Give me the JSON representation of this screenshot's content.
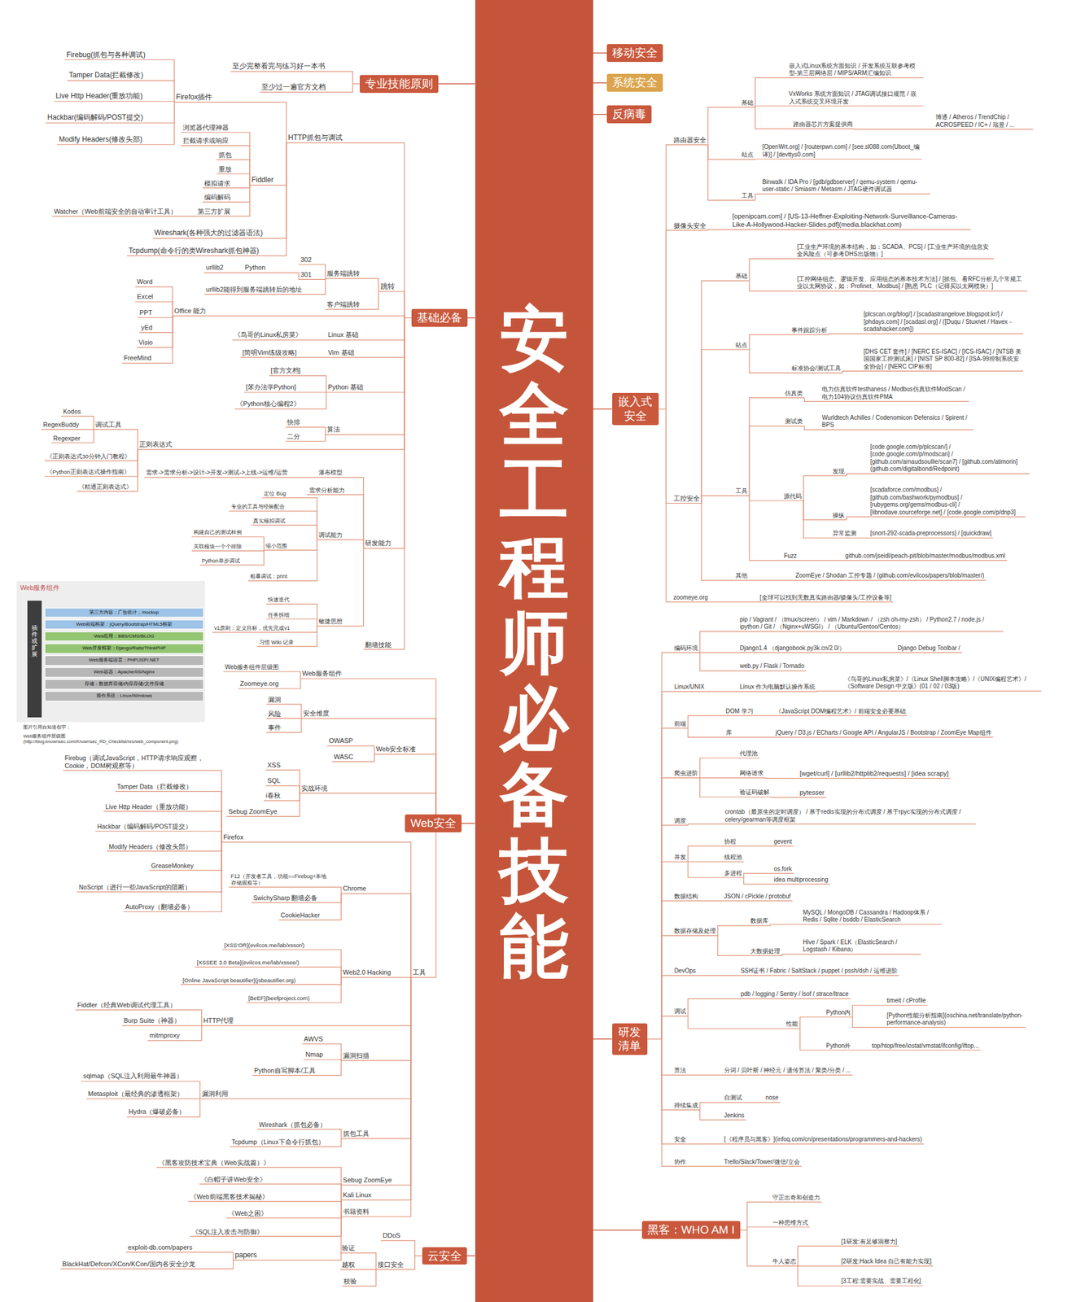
{
  "diagram": {
    "nodes": [
      {
        "text": [
          "安全工程师必备技能"
        ]
      },
      {
        "text": [
          "专业技能原则"
        ]
      },
      {
        "text": [
          "基础必备"
        ]
      },
      {
        "text": [
          "Web安全"
        ]
      },
      {
        "text": [
          "云安全"
        ]
      },
      {
        "text": [
          "移动安全"
        ]
      },
      {
        "text": [
          "系统安全"
        ]
      },
      {
        "text": [
          "反病毒"
        ]
      },
      {
        "text": [
          "嵌入式 安全"
        ]
      },
      {
        "text": [
          "研发 清单"
        ]
      },
      {
        "text": [
          "黑客：WHO AM I"
        ]
      },
      {
        "text": [
          "Web服务组件"
        ]
      },
      {
        "text": [
          "第三方内容：广告统计，mockup"
        ],
        "in": 11
      },
      {
        "text": [
          "Web前端框架：jQuery/Bootstrap/HTML5框架"
        ],
        "in": 11
      },
      {
        "text": [
          "Web应用：BBS/CMS/BLOG"
        ],
        "in": 11
      },
      {
        "text": [
          "Web开发框架：Django/Rails/ThinkPHP"
        ],
        "in": 11
      },
      {
        "text": [
          "Web服务端语言：PHP/JSP/.NET"
        ],
        "in": 11
      },
      {
        "text": [
          "Web容器：Apache/IIS/Nginx"
        ],
        "in": 11
      },
      {
        "text": [
          "存储：数据库存储/内存存储/文件存储"
        ],
        "in": 11
      },
      {
        "text": [
          "操作系统：Linux/Windows"
        ],
        "in": 11
      },
      {
        "text": [
          "插件或扩展"
        ],
        "in": 11
      }
    ],
    "edges": [
      {
        "from": 0,
        "to": 1,
        "arrow": "none"
      },
      {
        "from": 0,
        "to": 2,
        "arrow": "none"
      },
      {
        "from": 0,
        "to": 3,
        "arrow": "none"
      },
      {
        "from": 0,
        "to": 4,
        "arrow": "none"
      },
      {
        "from": 0,
        "to": 5,
        "arrow": "none"
      },
      {
        "from": 0,
        "to": 6,
        "arrow": "none"
      },
      {
        "from": 0,
        "to": 7,
        "arrow": "none"
      },
      {
        "from": 0,
        "to": 8,
        "arrow": "none"
      },
      {
        "from": 0,
        "to": 9,
        "arrow": "none"
      },
      {
        "from": 0,
        "to": 10,
        "arrow": "none"
      }
    ],
    "labels": [
      "至少完整看完与练习好一本书",
      "至少过一遍官方文档",
      "HTTP抓包与调试",
      "Firefox插件",
      "Firebug(抓包与各种调试)",
      "Tamper Data(拦截修改)",
      "Live Http Header(重放功能)",
      "Hackbar(编码解码/POST提交)",
      "Modify Headers(修改头部)",
      "Fiddler",
      "浏览器代理神器",
      "拦截请求或响应",
      "抓包",
      "重放",
      "模拟请求",
      "编码解码",
      "第三方扩展",
      "Watcher（Web前端安全的自动审计工具）",
      "Wireshark(各种强大的过滤器语法)",
      "Tcpdump(命令行的类Wireshark抓包神器)",
      "跳转",
      "服务端跳转",
      "302",
      "301",
      "Python",
      "urllib2",
      "urllib2能得到服务端跳转后的地址",
      "客户端跳转",
      "Office 能力",
      "Word",
      "Excel",
      "PPT",
      "yEd",
      "Visio",
      "FreeMind",
      "Linux 基础",
      "《鸟哥的Linux私房菜》",
      "Vim 基础",
      "[简明Vim练级攻略]",
      "Python 基础",
      "[官方文档]",
      "[笨办法学Python]",
      "《Python核心编程2》",
      "算法",
      "快排",
      "二分",
      "正则表达式",
      "调试工具",
      "Kodos",
      "RegexBuddy",
      "Regexper",
      "《正则表达式30分钟入门教程》",
      "《Python正则表达式操作指南》",
      "《精通正则表达式》",
      "研发能力",
      "瀑布模型",
      "需求->需求分析->设计->开发->测试->上线->运维/运营",
      "需求分析能力",
      "调试能力",
      "定位 Bug",
      "专业的工具与经验配合",
      "真实模拟调试",
      "缩小范围",
      "构建自己的测试样例",
      "关联模块一个个排除",
      "Python单步调试",
      "粗暴调试：print",
      "敏捷思想",
      "快速迭代",
      "任务拆细",
      "v1原则：定义目标，优先完成v1",
      "习惯 Wiki 记录",
      "翻墙技能",
      "图片引用自知道创宇：",
      "Web服务组件层级图 (http://blog.knownsec.com/Knownsec_RD_Checklist/res/web_component.png)",
      "Web服务组件",
      "Web服务组件层级图",
      "Zoomeye.org",
      "安全维度",
      "漏洞",
      "风险",
      "事件",
      "Web安全标准",
      "OWASP",
      "WASC",
      "实战环境",
      "XSS",
      "SQL",
      "i春秋",
      "Sebug ZoomEye",
      "工具",
      "Firefox",
      "Firebug（调试JavaScript，HTTP请求响应观察，Cookie，DOM树观察等）",
      "Tamper Data（拦截修改）",
      "Live Http Header（重放功能）",
      "Hackbar（编码解码/POST提交）",
      "Modify Headers（修改头部）",
      "GreaseMonkey",
      "NoScript（进行一些JavaScript的阻断）",
      "AutoProxy（翻墙必备）",
      "Chrome",
      "F12（开发者工具，功能==Firebug+本地存储观察等）",
      "SwichySharp 翻墙必备",
      "CookieHacker",
      "Web2.0 Hacking",
      "[XSS'OR](evilcos.me/lab/xssor/)",
      "[XSSEE 3.0 Beta](evilcos.me/lab/xssee/)",
      "[Online JavaScript beautifier](jsbeautifier.org)",
      "[BeEF](beefproject.com)",
      "HTTP代理",
      "Fiddler（经典Web调试代理工具）",
      "Burp Suite（神器）",
      "mitmproxy",
      "漏洞扫描",
      "AWVS",
      "Nmap",
      "Python自写脚本/工具",
      "漏洞利用",
      "sqlmap（SQL注入利用最牛神器）",
      "Metasploit（最经典的渗透框架）",
      "Hydra（爆破必备）",
      "抓包工具",
      "Wireshark（抓包必备）",
      "Tcpdump（Linux下命令行抓包）",
      "Sebug ZoomEye",
      "Kali Linux",
      "书籍资料",
      "《黑客攻防技术宝典（Web实战篇）》",
      "《白帽子讲Web安全》",
      "《Web前端黑客技术揭秘》",
      "《Web之困》",
      "《SQL注入攻击与防御》",
      "papers",
      "exploit-db.com/papers",
      "BlackHat/Defcon/XCon/KCon/国内各安全沙龙",
      "DDoS",
      "接口安全",
      "验证",
      "越权",
      "校验",
      "路由器安全",
      "基础",
      "嵌入式Linux系统方面知识 / 开发系统互联参考模型-第三层网络层 / MIPS/ARM汇编知识",
      "VxWorks 系统方面知识 / JTAG调试接口规范 / 嵌入式系统交叉环境开发",
      "路由器芯片方案提供商",
      "博通 / Atheros / TrendChip / ACROSPEED / IC+ / 瑞昱 / ...",
      "站点",
      "[OpenWrt.org] / [routerpwn.com] / [see.sl088.com(Uboot_编译)] / [devttys0.com]",
      "工具",
      "Binwalk / IDA Pro / [gdb/gdbserver] / qemu-system / qemu-user-static / Smiasm / Metasm / JTAG硬件调试器",
      "摄像头安全",
      "[openipcam.com] / [US-13-Heffner-Exploiting-Network-Surveillance-Cameras-Like-A-Hollywood-Hacker-Slides.pdf](media.blackhat.com)",
      "工控安全",
      "基础",
      "[工业生产环境的基本结构，如：SCADA、PCS] / [工业生产环境的信息安全风险点（可参考DHS出版物）]",
      "[工控网络组态、逻辑开发、应用组态的基本技术方法] / [抓包、看RFC分析几个常规工业以太网协议，如：Profinet、Modbus] / [熟悉 PLC（记得买以太网模块）]",
      "站点",
      "事件跟踪分析",
      "[plcscan.org/blog/] / [scadastrangelove.blogspot.kr/] / [phdays.com] / [scadasl.org] / ([Duqu / Stuxnet / Havex－scadahacker.com])",
      "标准协会/测试工具",
      "[DHS CET 套件] / [NERC ES-ISAC] / [ICS-ISAC] / [NTSB 美国国家工控测试床] / [NIST SP 800-82] / [ISA-99控制系统安全协会] / [NERC CIP标准]",
      "工具",
      "仿真类",
      "电力仿真软件testhaness / Modbus仿真软件ModScan / 电力104协议仿真软件PMA",
      "测试类",
      "Wurldtech Achilles / Codenomicon Defensics / Spirent / BPS",
      "源代码",
      "发现",
      "[code.google.com/p/plcscan/] / [code.google.com/p/modscan] / [github.com/arnaudsoullie/scan7] / [github.com/atimorin](github.com/digitalbond/Redpoint)",
      "操纵",
      "[scadaforce.com/modbus] / [github.com/bashwork/pymodbus] / [rubygems.org/gems/modbus-cli] / [libnodave.sourceforge.net] / [code.google.com/p/dnp3]",
      "异常监测",
      "[snort-292-scada-preprocessors] / [quickdraw]",
      "Fuzz",
      "github.com/jseidl/peach-pit/blob/master/modbus/modbus.xml",
      "其他",
      "ZoomEye / Shodan 工控专题 / (github.com/evilcos/papers/blob/master/)",
      "zoomeye.org",
      "[全球可以找到无数真实路由器/摄像头/工控设备等]",
      "编码环境",
      "pip / Vagrant / （tmux/screen） / vim / Markdown / （zsh oh-my-zsh） / Python2.7 / node.js / ipython / Git / （Nginx+uWSGI） / （Ubuntu/Gentoo/Centos）",
      "Django1.4 （djangobook.py3k.cn/2.0/）",
      "Django Debug Toolbar /",
      "web.py / Flask / Tornado",
      "Linux/UNIX",
      "Linux 作为电脑默认操作系统",
      "《鸟哥的Linux私房菜》/《Linux Shell脚本攻略》/《UNIX编程艺术》/《Software Design 中文版》(01 / 02 / 03版)",
      "前端",
      "DOM 学习",
      "《JavaScript DOM编程艺术》/ 前端安全必要基础",
      "库",
      "jQuery / D3.js / ECharts / Google API / AngularJS / Bootstrap / ZoomEye Map组件",
      "爬虫进阶",
      "代理池",
      "网络请求",
      "[wget/curl] / [urllib2/httplib2/requests] / [idea scrapy]",
      "验证码破解",
      "pytesser",
      "调度",
      "crontab（最原生的定时调度） / 基于redis实现的分布式调度 / 基于rpyc实现的分布式调度 / celery/gearman等调度框架",
      "并发",
      "协程",
      "gevent",
      "线程池",
      "多进程",
      "os.fork",
      "idea multiprocessing",
      "数据结构",
      "JSON / cPickle / protobuf",
      "数据存储及处理",
      "数据库",
      "MySQL / MongoDB / Cassandra / Hadoop体系 / Redis / Sqlite / bsddb / ElasticSearch",
      "大数据处理",
      "Hive / Spark / ELK（ElasticSearch / Logstash / Kibana）",
      "DevOps",
      "SSH证书 / Fabric / SaltStack / puppet / pssh/dsh / 运维进阶",
      "调试",
      "pdb / logging / Sentry / lsof / strace/ltrace",
      "性能",
      "Python内",
      "timeit / cProfile",
      "[Python性能分析指南](oschina.net/translate/python-performance-analysis)",
      "Python外",
      "top/htop/free/iostat/vmstat/ifconfig/iftop...",
      "算法",
      "分词 / 贝叶斯 / 神经元 / 遗传算法 / 聚类/分类 / ...",
      "持续集成",
      "自测试",
      "nose",
      "Jenkins",
      "安全",
      "[《程序员与黑客》](infoq.com/cn/presentations/programmers-and-hackers)",
      "协作",
      "Trello/Slack/Tower/微信/立会",
      "守正出奇和创造力",
      "一种思维方式",
      "牛人姿态",
      "[1研发:有足够洞察力]",
      "[2研发:Hack Idea 自己有能力实现]",
      "[3工程:需要实战、需要工程化]"
    ]
  }
}
